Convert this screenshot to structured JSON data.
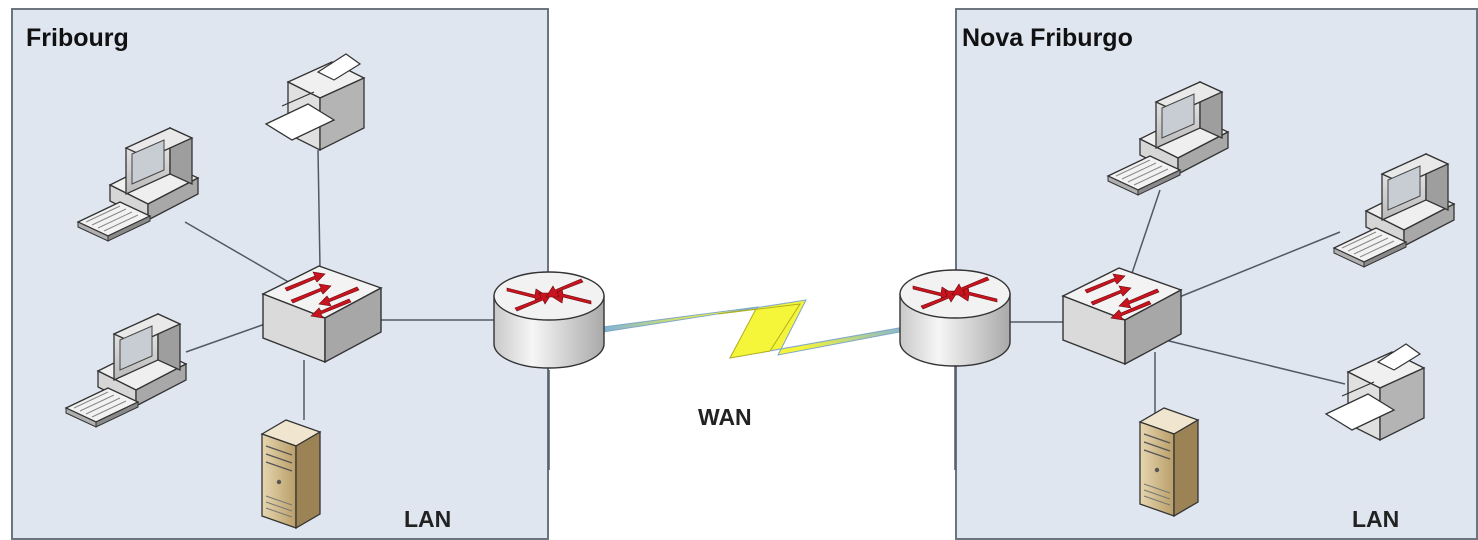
{
  "sites": [
    {
      "title": "Fribourg",
      "label": "LAN"
    },
    {
      "title": "Nova Friburgo",
      "label": "LAN"
    }
  ],
  "wan": {
    "label": "WAN"
  },
  "colors": {
    "lan_background": "#dfe6f0",
    "lan_border": "#6c7480",
    "link_line": "#505a66",
    "wan_bolt": "#f5f53a",
    "arrow_red": "#c8141e"
  }
}
